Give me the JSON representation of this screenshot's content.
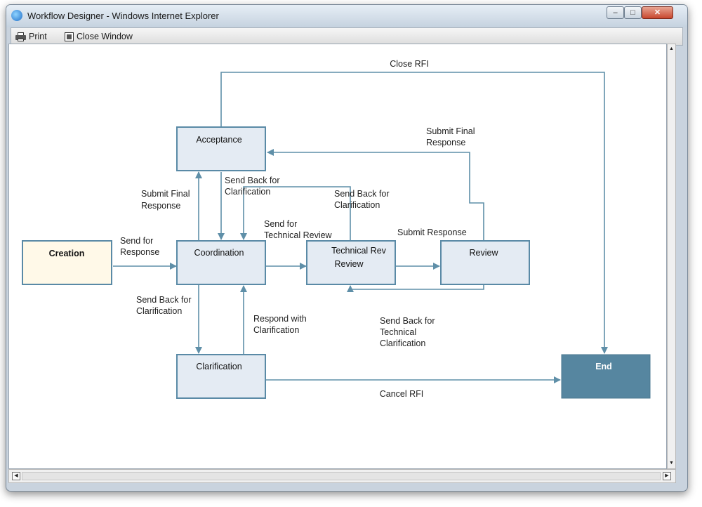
{
  "window": {
    "title": "Workflow Designer - Windows Internet Explorer",
    "icon": "ie-icon",
    "controls": {
      "minimize": "–",
      "maximize": "□",
      "close": "✕"
    }
  },
  "toolbar": {
    "print_label": "Print",
    "close_window_label": "Close Window"
  },
  "colors": {
    "box_fill": "#e4ebf3",
    "box_stroke": "#5a8aa6",
    "start_fill": "#fff9e8",
    "end_fill": "#5686a0",
    "arrow": "#5f8fa8"
  },
  "diagram": {
    "nodes": {
      "acceptance": "Acceptance",
      "creation": "Creation",
      "coordination": "Coordination",
      "technical_review": [
        "Technical Rev",
        "Review"
      ],
      "review": "Review",
      "clarification": "Clarification",
      "end": "End"
    },
    "edges": {
      "close_rfi": "Close RFI",
      "submit_final_response_review": [
        "Submit Final",
        "Response"
      ],
      "submit_final_response_coord": [
        "Submit Final",
        "Response"
      ],
      "send_back_clarification_accept": [
        "Send Back for",
        "Clarification"
      ],
      "send_back_clarification_tech": [
        "Send Back for",
        "Clarification"
      ],
      "send_for_response": [
        "Send for",
        "Response"
      ],
      "send_for_technical_review": [
        "Send for",
        "Technical Review"
      ],
      "submit_response": "Submit Response",
      "send_back_clarification_coord": [
        "Send Back for",
        "Clarification"
      ],
      "respond_with_clarification": [
        "Respond with",
        "Clarification"
      ],
      "send_back_technical_clarification": [
        "Send Back for",
        "Technical",
        "Clarification"
      ],
      "cancel_rfi": "Cancel RFI"
    }
  }
}
